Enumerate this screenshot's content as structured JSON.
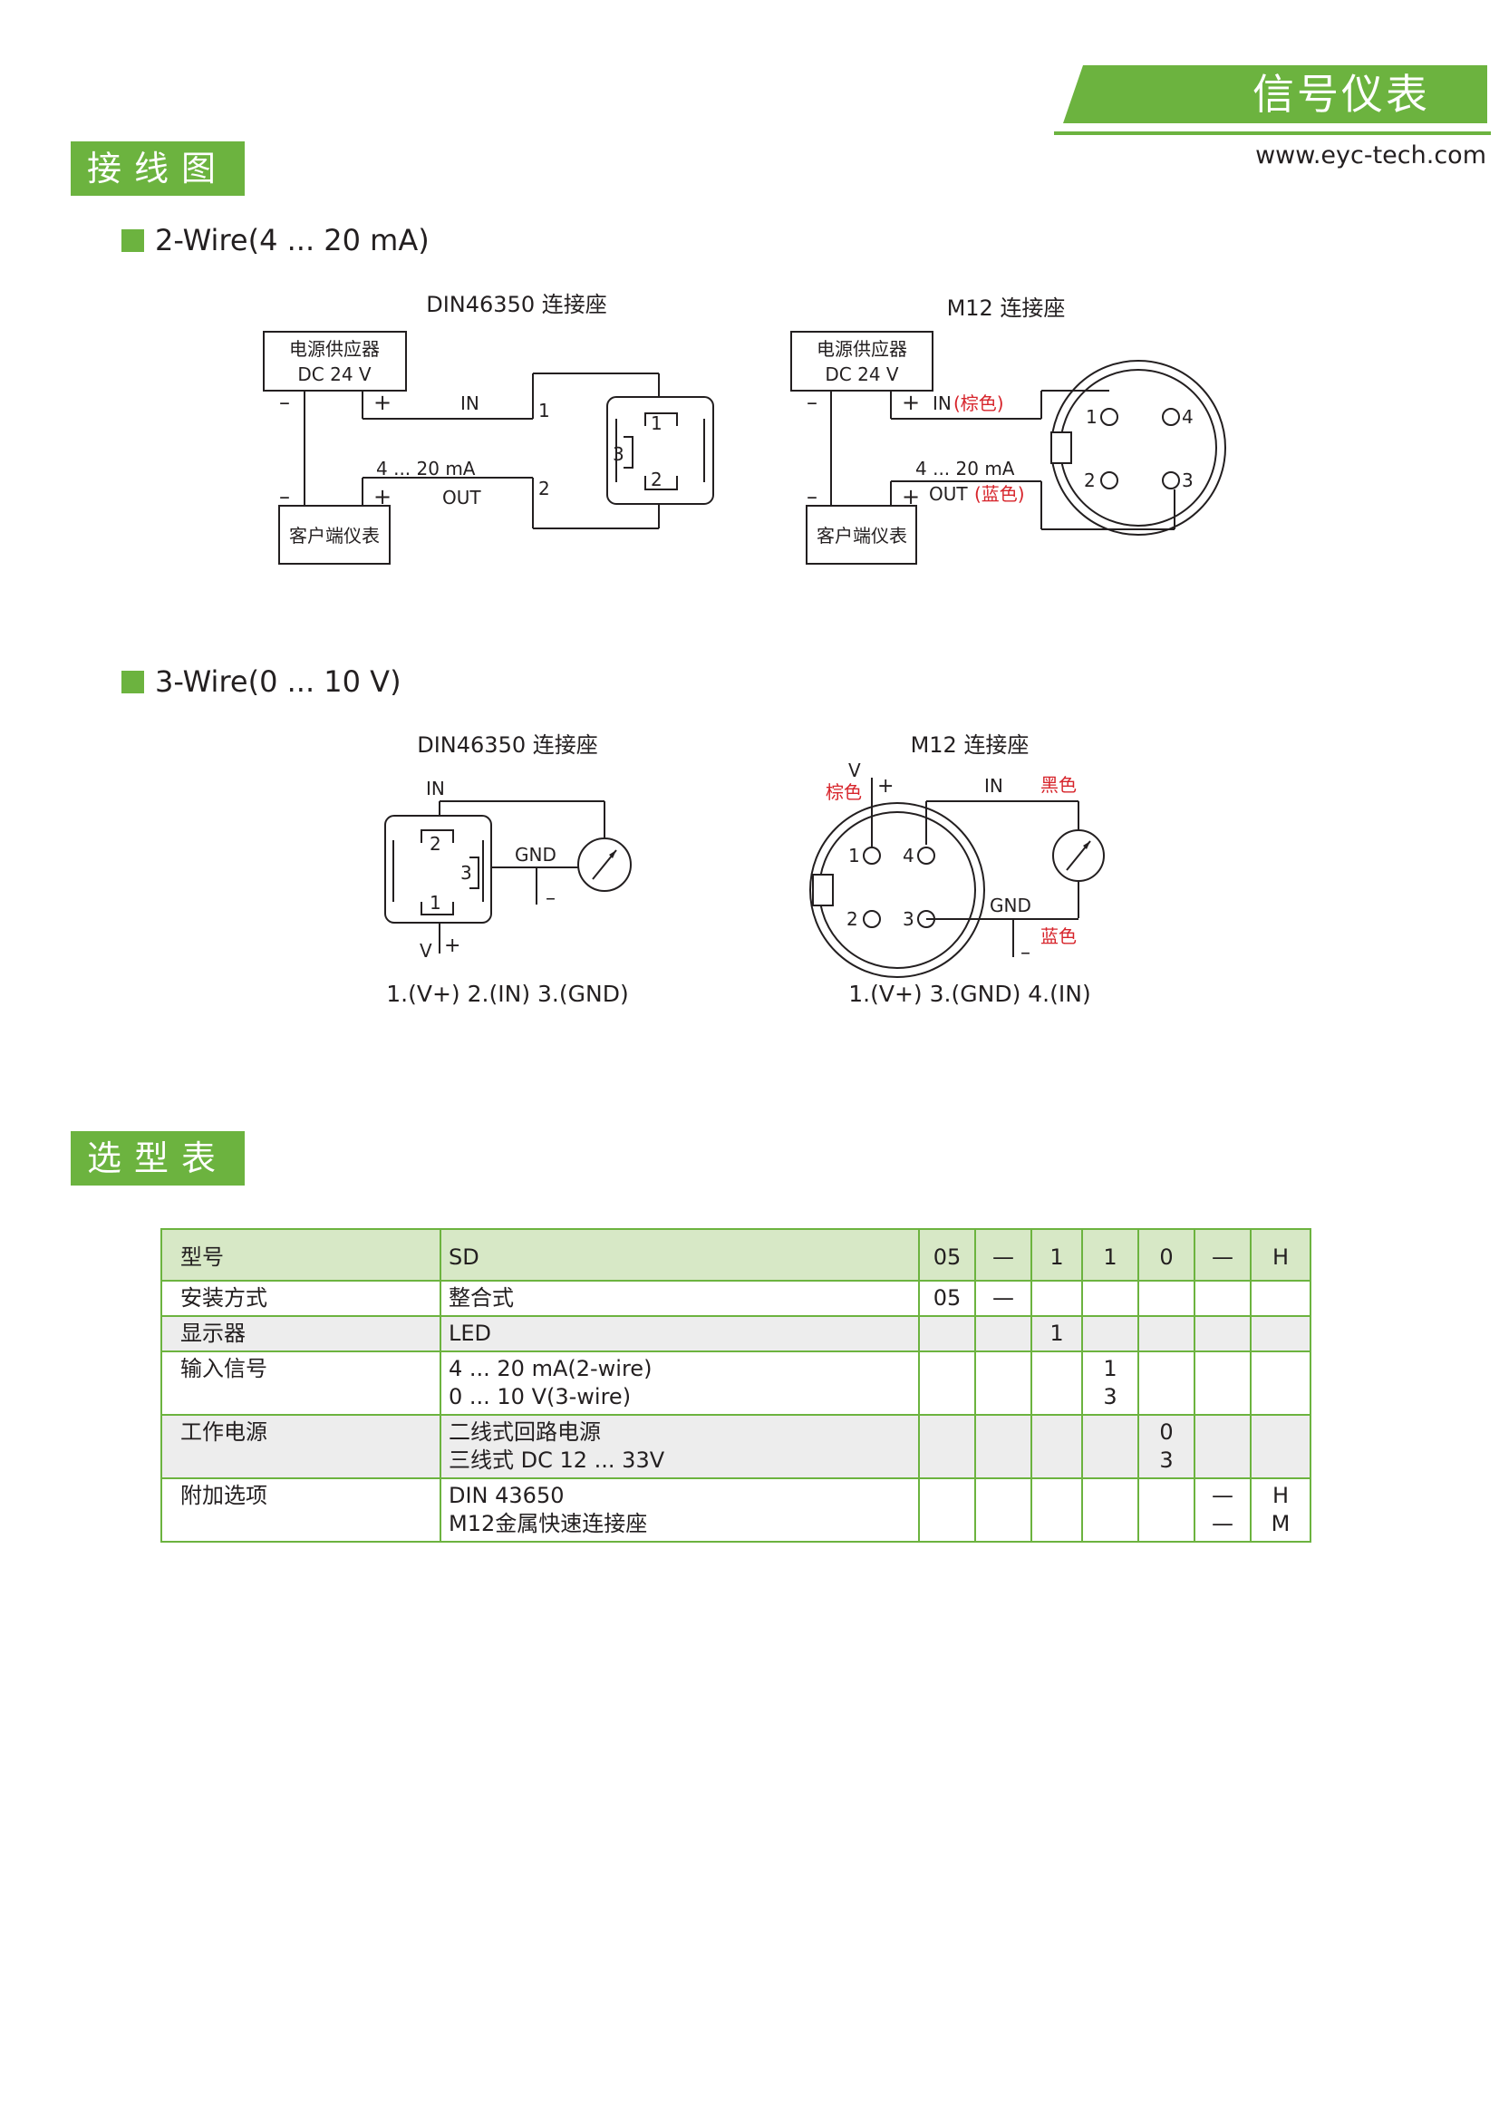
{
  "header": {
    "category": "信号仪表",
    "website": "www.eyc-tech.com",
    "accent_color": "#6cb33f"
  },
  "section_wiring": {
    "title": "接线图",
    "two_wire": {
      "heading": "2-Wire(4 ... 20 mA)",
      "din_title": "DIN46350 连接座",
      "m12_title": "M12 连接座",
      "power_line1": "电源供应器",
      "power_line2": "DC 24 V",
      "client": "客户端仪表",
      "in": "IN",
      "out": "OUT",
      "in_color": "(棕色)",
      "out_color": "(蓝色)",
      "current": "4 ... 20 mA",
      "plus": "+",
      "minus": "–",
      "pin1": "1",
      "pin2": "2",
      "pin3": "3",
      "pin4": "4"
    },
    "three_wire": {
      "heading": "3-Wire(0 ... 10 V)",
      "din_title": "DIN46350 连接座",
      "m12_title": "M12 连接座",
      "in": "IN",
      "gnd": "GND",
      "v": "V",
      "plus": "+",
      "minus": "–",
      "brown": "棕色",
      "black": "黑色",
      "blue": "蓝色",
      "pin1": "1",
      "pin2": "2",
      "pin3": "3",
      "pin4": "4",
      "din_pins": "1.(V+) 2.(IN) 3.(GND)",
      "m12_pins": "1.(V+) 3.(GND) 4.(IN)"
    },
    "wire_colors": {
      "red_text": "#d7242b"
    }
  },
  "section_selection": {
    "title": "选型表",
    "head": {
      "label": "型号",
      "desc": "SD",
      "codes": [
        "05",
        "—",
        "1",
        "1",
        "0",
        "—",
        "H"
      ]
    },
    "rows": [
      {
        "label": "安装方式",
        "desc": [
          "整合式"
        ],
        "col": 0,
        "codes": [
          [
            "05"
          ],
          [
            "—"
          ]
        ]
      },
      {
        "label": "显示器",
        "desc": [
          "LED"
        ],
        "col": 2,
        "codes": [
          [
            "1"
          ]
        ]
      },
      {
        "label": "输入信号",
        "desc": [
          "4 ... 20 mA(2-wire)",
          "0 ... 10 V(3-wire)"
        ],
        "col": 3,
        "codes": [
          [
            "1",
            "3"
          ]
        ]
      },
      {
        "label": "工作电源",
        "desc": [
          "二线式回路电源",
          "三线式 DC 12 ... 33V"
        ],
        "col": 4,
        "codes": [
          [
            "0",
            "3"
          ]
        ]
      },
      {
        "label": "附加选项",
        "desc": [
          "DIN 43650",
          "M12金属快速连接座"
        ],
        "col": 5,
        "codes": [
          [
            "—",
            "—"
          ],
          [
            "H",
            "M"
          ]
        ]
      }
    ]
  }
}
